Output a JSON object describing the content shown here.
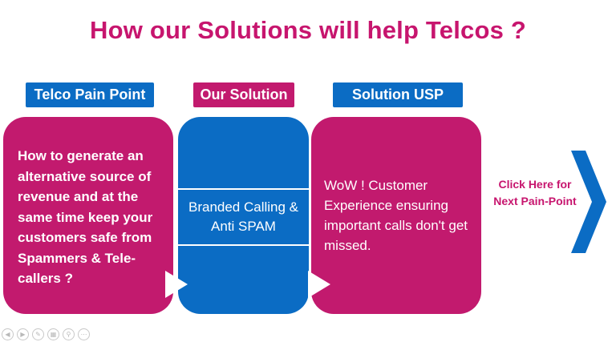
{
  "slide": {
    "title": "How our Solutions will help Telcos ?",
    "columns": {
      "pain_point": {
        "label": "Telco Pain Point",
        "text": "How to generate an alternative source of revenue and at the same time keep your customers safe from Spammers & Tele-callers ?"
      },
      "solution": {
        "label": "Our Solution",
        "text": "Branded Calling & Anti SPAM"
      },
      "usp": {
        "label": "Solution USP",
        "text": "WoW ! Customer Experience ensuring important calls don't get missed."
      }
    },
    "next": {
      "label": "Click Here for Next Pain-Point",
      "icon": "chevron-right-icon"
    }
  },
  "toolbar": {
    "icons": [
      "previous-icon",
      "next-icon",
      "pen-icon",
      "slides-icon",
      "zoom-icon",
      "more-icon"
    ]
  },
  "colors": {
    "magenta": "#c21a6e",
    "blue": "#0b6cc4",
    "title": "#c7156e"
  }
}
